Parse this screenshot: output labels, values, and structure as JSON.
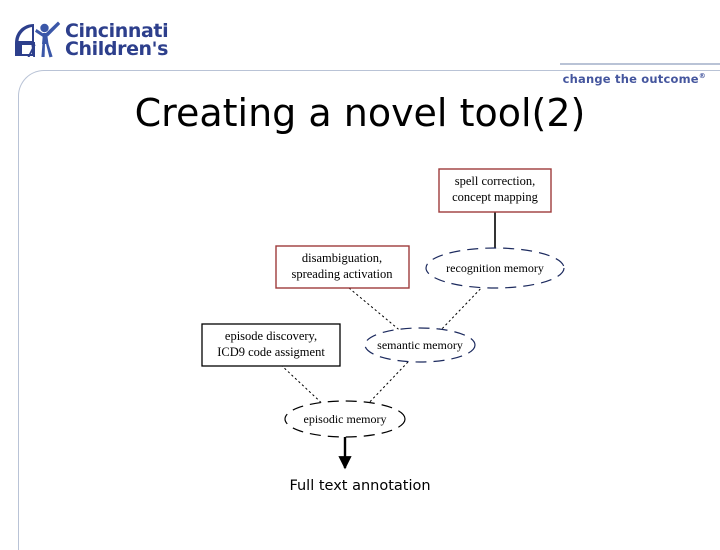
{
  "branding": {
    "logo_line1": "Cincinnati",
    "logo_line2": "Children's",
    "logo_icon": "child-reaching-figure-icon",
    "tagline": "change the outcome",
    "tagline_mark": "®",
    "brand_blue": "#2d3f8c",
    "tagline_blue": "#45569e",
    "frame_blue": "#b9c3d6"
  },
  "slide": {
    "title": "Creating a novel tool(2)",
    "caption": "Full text annotation"
  },
  "diagram": {
    "type": "flow-diagram",
    "box_border_red": "#9e3b3b",
    "box_border_black": "#000000",
    "ellipse_stroke": "#1c2a5e",
    "nodes": [
      {
        "id": "spell-correction",
        "shape": "rect",
        "border": "red",
        "line1": "spell correction,",
        "line2": "concept mapping"
      },
      {
        "id": "disambiguation",
        "shape": "rect",
        "border": "red",
        "line1": "disambiguation,",
        "line2": "spreading activation"
      },
      {
        "id": "episode-discovery",
        "shape": "rect",
        "border": "black",
        "line1": "episode discovery,",
        "line2": "ICD9 code assigment"
      },
      {
        "id": "recognition-memory",
        "shape": "ellipse",
        "style": "dashed",
        "label": "recognition memory"
      },
      {
        "id": "semantic-memory",
        "shape": "ellipse",
        "style": "dashed",
        "label": "semantic memory"
      },
      {
        "id": "episodic-memory",
        "shape": "ellipse",
        "style": "dashed",
        "label": "episodic memory"
      }
    ],
    "edges": [
      {
        "from": "spell-correction",
        "to": "recognition-memory",
        "style": "solid"
      },
      {
        "from": "disambiguation",
        "to": "semantic-memory",
        "style": "dotted"
      },
      {
        "from": "recognition-memory",
        "to": "semantic-memory",
        "style": "dotted"
      },
      {
        "from": "episode-discovery",
        "to": "episodic-memory",
        "style": "dotted"
      },
      {
        "from": "semantic-memory",
        "to": "episodic-memory",
        "style": "dotted"
      },
      {
        "from": "episodic-memory",
        "to": "full-text-annotation",
        "style": "solid"
      }
    ]
  }
}
